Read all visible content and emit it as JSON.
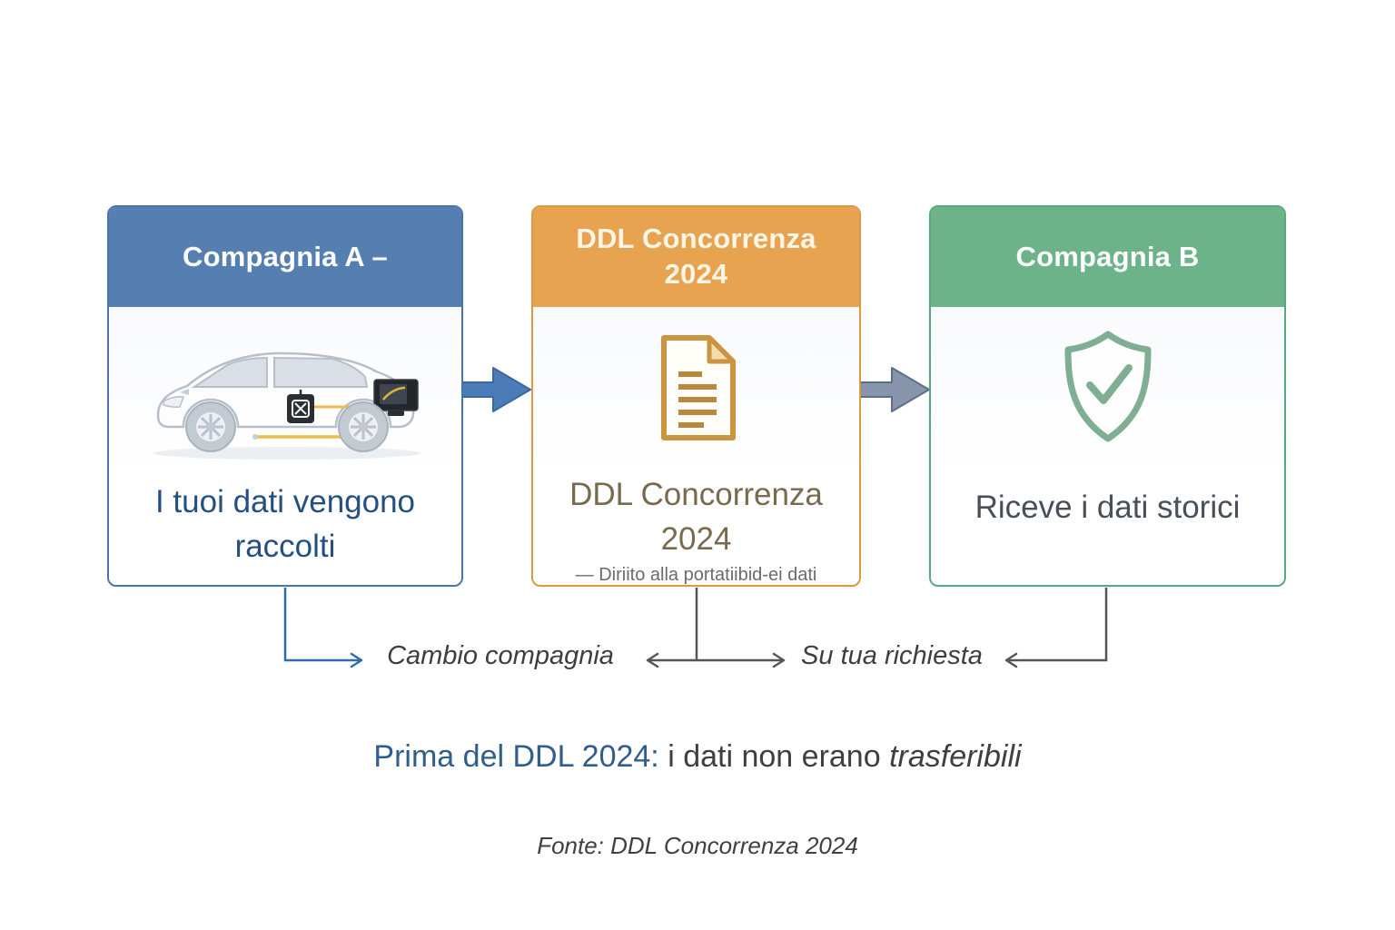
{
  "cards": [
    {
      "header": "Compagnia A –",
      "body_text": "I tuoi dati vengono raccolti",
      "icon": "car-telematics-icon",
      "header_color": "#567fb1",
      "border_color": "#4a74a8",
      "text_color": "#254f82"
    },
    {
      "header": "DDL Concorrenza 2024",
      "body_title": "DDL Concorrenza 2024",
      "body_subtitle": "— Diriito alla portatiibid-ei dati",
      "icon": "document-icon",
      "header_color": "#e7a34f",
      "border_color": "#d99a45",
      "text_color": "#796a4e"
    },
    {
      "header": "Compagnia B",
      "body_text": "Riceve i dati storici",
      "icon": "shield-check-icon",
      "header_color": "#6cb389",
      "border_color": "#58a87e",
      "text_color": "#474f58"
    }
  ],
  "flow_labels": {
    "cambio": "Cambio compagnia",
    "richiesta": "Su tua richiesta"
  },
  "caption": {
    "highlight": "Prima del DDL 2024:",
    "normal": "i dati non erano",
    "italic": "trasferibili"
  },
  "source": "Fonte: DDL Concorrenza 2024",
  "colors": {
    "arrow_blue": "#4b7cb8",
    "arrow_gray": "#8795ac",
    "connector_blue": "#2f6bab",
    "connector_gray": "#555555",
    "caption_blue": "#2e5d8e",
    "cable_yellow": "#eebb45"
  }
}
